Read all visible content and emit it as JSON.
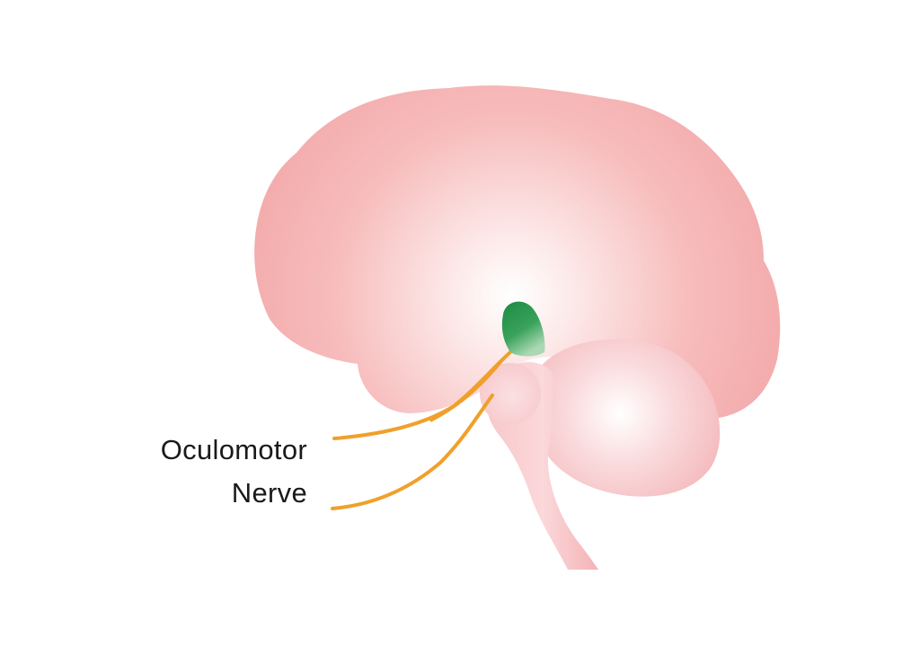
{
  "diagram": {
    "labels": [
      "Oculomotor",
      "Nerve"
    ]
  },
  "colors": {
    "background": "#ffffff",
    "brain_edge": "#f2a4a4",
    "brain_center": "#ffffff",
    "brainstem": "#f6c4c6",
    "cerebellum_edge": "#f2b5b8",
    "highlight_green": "#1e8a45",
    "nerve_orange": "#f0a02a",
    "label_text": "#1a1a1a"
  },
  "icons": [
    "brain-illustration",
    "oculomotor-nerve-fibers"
  ]
}
